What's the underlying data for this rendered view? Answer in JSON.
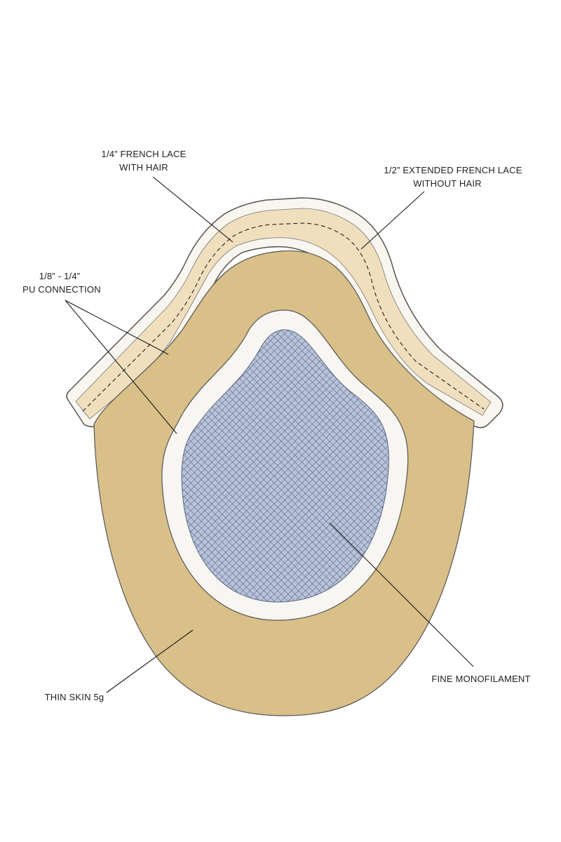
{
  "diagram": {
    "labels": {
      "french_lace_line1": "1/4” FRENCH LACE",
      "french_lace_line2": "WITH HAIR",
      "extended_lace_line1": "1/2” EXTENDED FRENCH LACE",
      "extended_lace_line2": "WITHOUT HAIR",
      "pu_connection_line1": "1/8” - 1/4”",
      "pu_connection_line2": "PU CONNECTION",
      "fine_mono": "FINE MONOFILAMENT",
      "thin_skin": "THIN SKIN 5g"
    },
    "colors": {
      "outer_lace": "#f8f6ef",
      "french_lace": "#efdfbd",
      "thin_skin": "#d9bf88",
      "pu_connection": "#f8f6f2",
      "mono_mesh_bg": "#b8c3db",
      "mono_mesh_line": "#4a5670",
      "outline": "#555555",
      "leader": "#1a1a1a"
    }
  }
}
